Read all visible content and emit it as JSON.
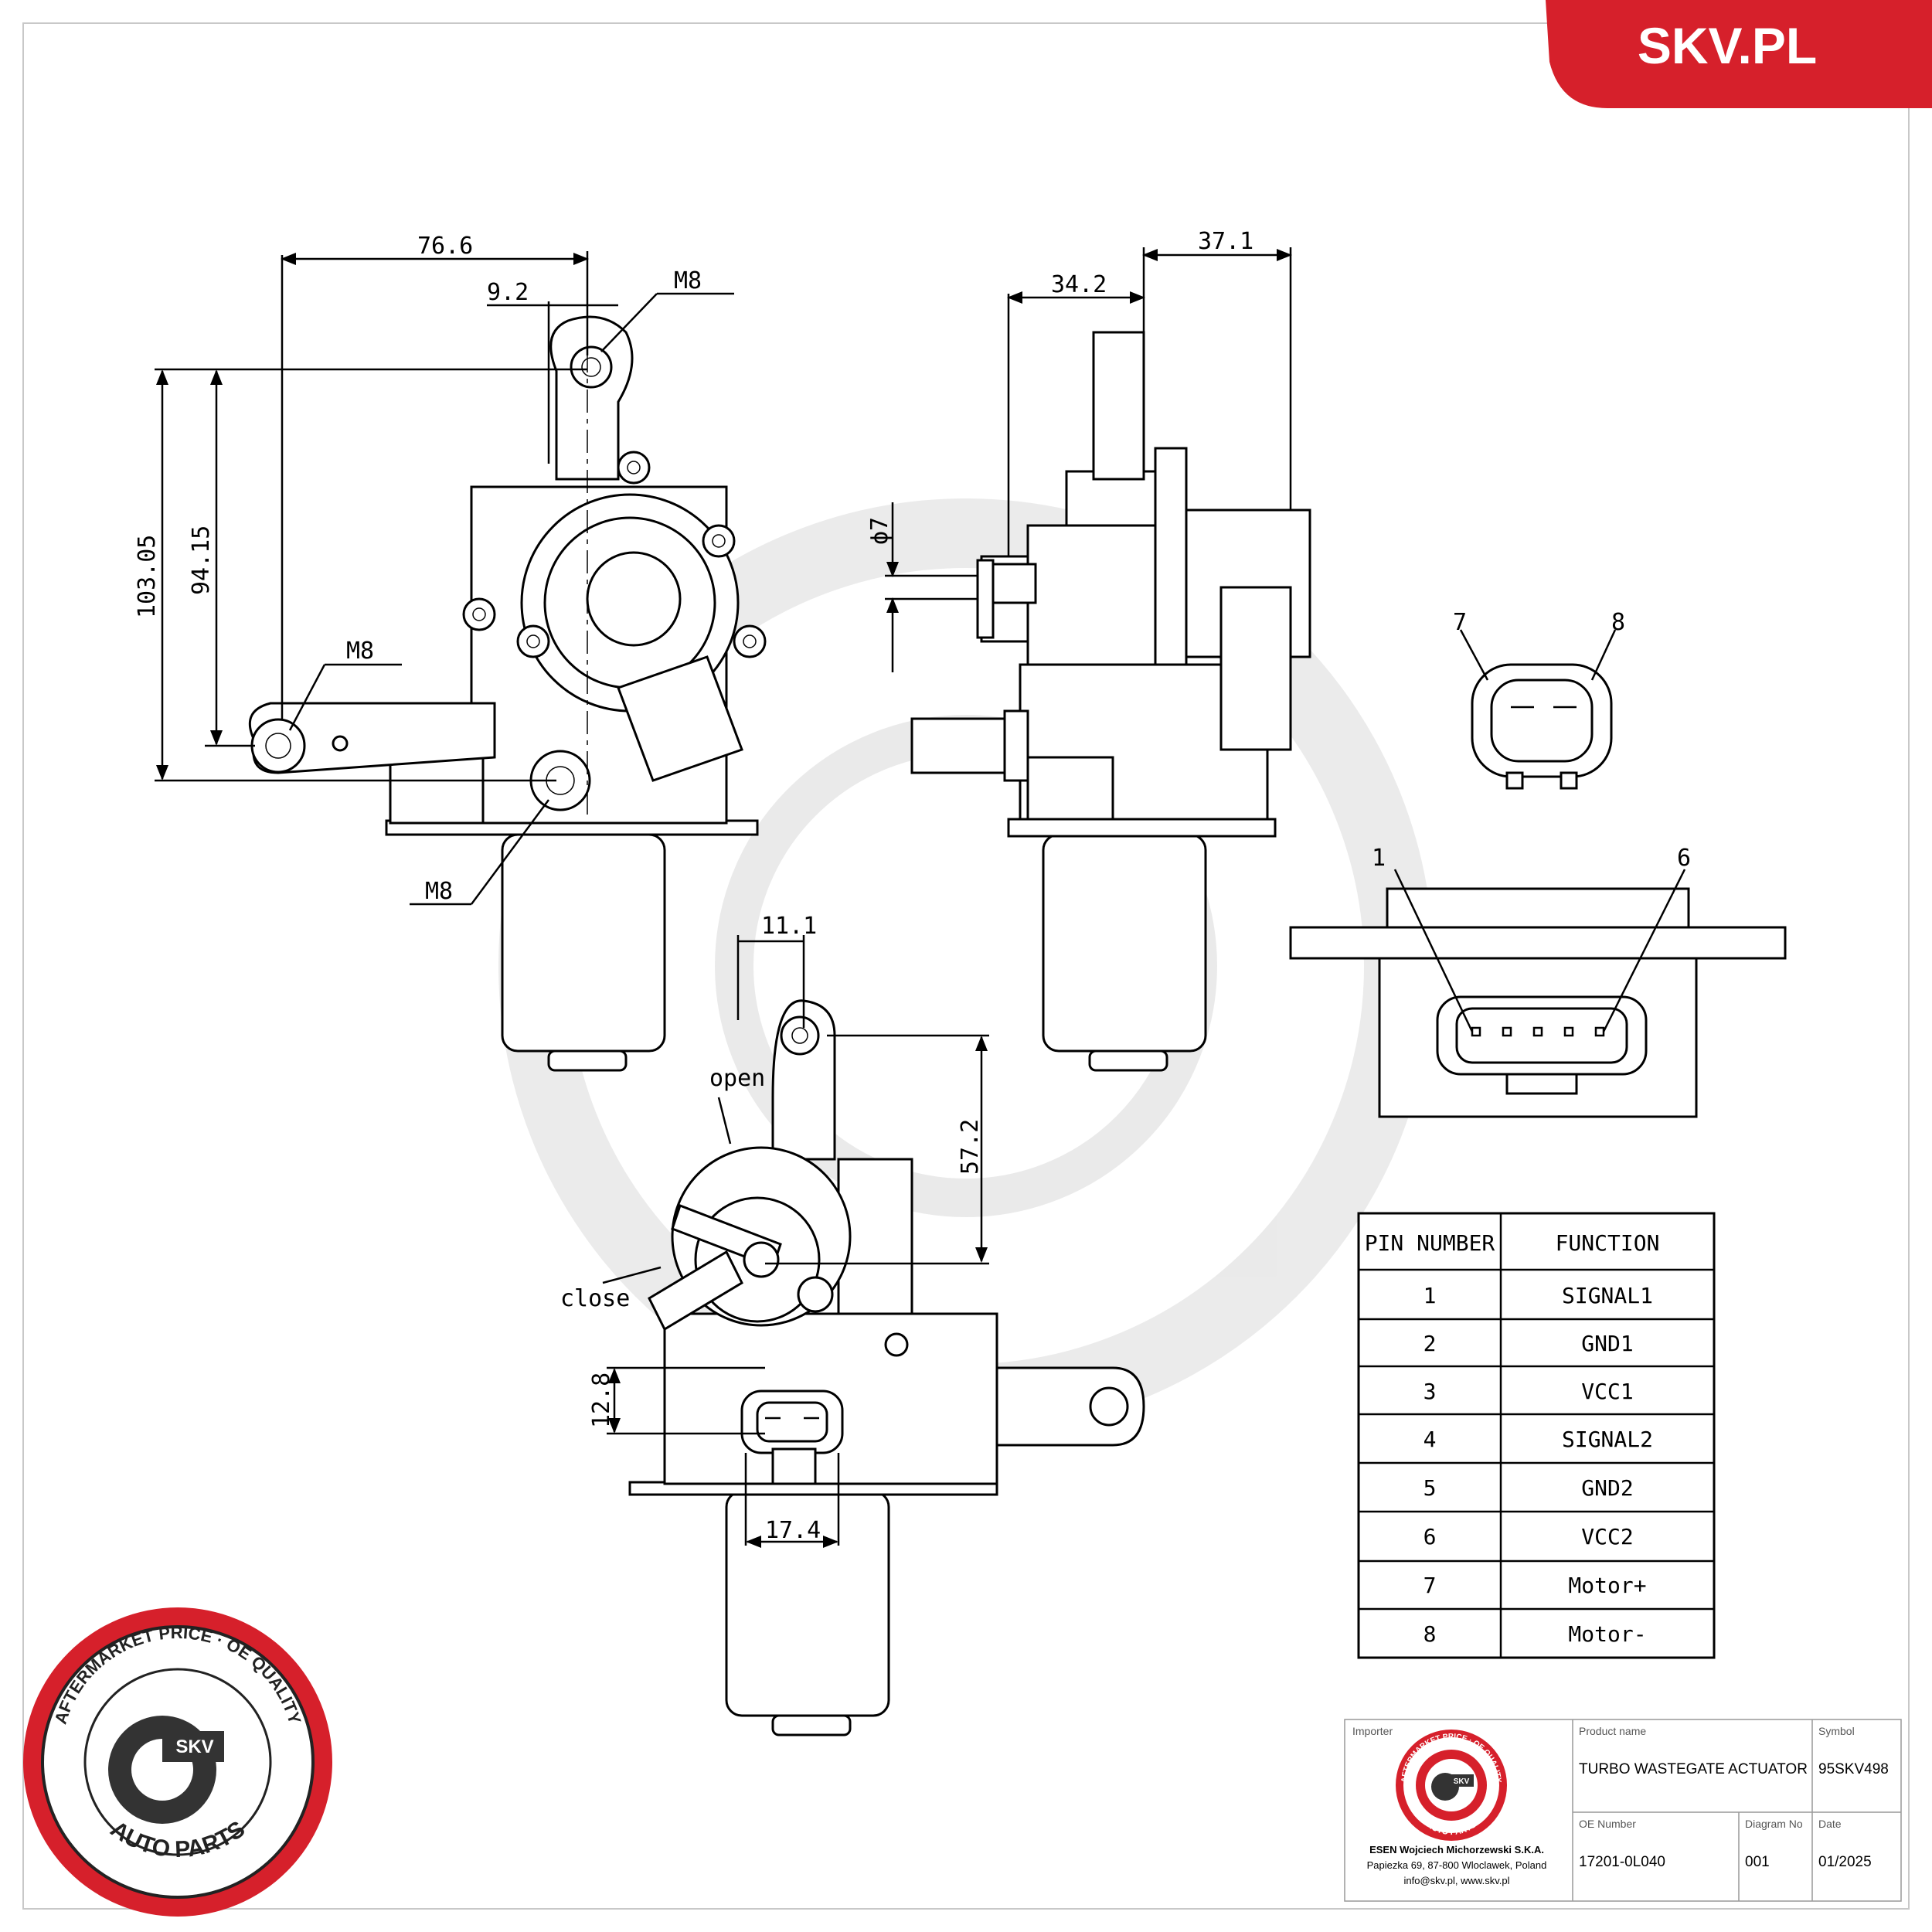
{
  "brand": {
    "site": "SKV.PL",
    "red": "#d6202b"
  },
  "dimensions": {
    "d76_6": "76.6",
    "d9_2": "9.2",
    "m8_top": "M8",
    "m8_left": "M8",
    "m8_bottom": "M8",
    "d103_05": "103.05",
    "d94_15": "94.15",
    "d34_2": "34.2",
    "d37_1": "37.1",
    "d7": "ϕ7",
    "d11_1": "11.1",
    "d57_2": "57.2",
    "d12_8": "12.8",
    "d17_4": "17.4",
    "open": "open",
    "close": "close",
    "pin7": "7",
    "pin8": "8",
    "pin1": "1",
    "pin6": "6"
  },
  "pin_table": {
    "headers": [
      "PIN NUMBER",
      "FUNCTION"
    ],
    "rows": [
      {
        "pin": "1",
        "function": "SIGNAL1"
      },
      {
        "pin": "2",
        "function": "GND1"
      },
      {
        "pin": "3",
        "function": "VCC1"
      },
      {
        "pin": "4",
        "function": "SIGNAL2"
      },
      {
        "pin": "5",
        "function": "GND2"
      },
      {
        "pin": "6",
        "function": "VCC2"
      },
      {
        "pin": "7",
        "function": "Motor+"
      },
      {
        "pin": "8",
        "function": "Motor-"
      }
    ]
  },
  "title_block": {
    "importer_label": "Importer",
    "importer_name": "ESEN Wojciech Michorzewski S.K.A.",
    "importer_address": "Papiezka 69, 87-800 Wloclawek, Poland",
    "importer_contact": "info@skv.pl, www.skv.pl",
    "product_label": "Product name",
    "product_name": "TURBO WASTEGATE ACTUATOR",
    "symbol_label": "Symbol",
    "symbol": "95SKV498",
    "oe_label": "OE Number",
    "oe_number": "17201-0L040",
    "diagram_label": "Diagram No",
    "diagram_no": "001",
    "date_label": "Date",
    "date": "01/2025"
  },
  "seal": {
    "ring_text": "AFTERMARKET PRICE · OE QUALITY",
    "bottom_text": "AUTO PARTS",
    "center_text": "SKV"
  }
}
